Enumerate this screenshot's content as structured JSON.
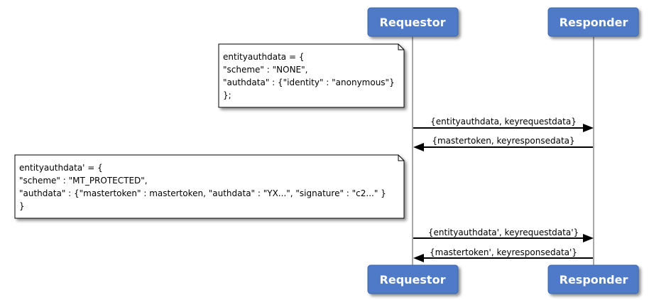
{
  "participants": {
    "left": {
      "name": "Requestor"
    },
    "right": {
      "name": "Responder"
    }
  },
  "notes": [
    {
      "lines": [
        "entityauthdata = {",
        "\"scheme\" : \"NONE\",",
        "\"authdata\" : {\"identity\" : \"anonymous\"}",
        "};"
      ]
    },
    {
      "lines": [
        "entityauthdata' = {",
        "\"scheme\" : \"MT_PROTECTED\",",
        "\"authdata\" : {\"mastertoken\" : mastertoken, \"authdata\" : \"YX...\", \"signature\" : \"c2...\" }",
        "}"
      ]
    }
  ],
  "messages": [
    {
      "label": "{entityauthdata, keyrequestdata}",
      "direction": "right"
    },
    {
      "label": "{mastertoken, keyresponsedata}",
      "direction": "left"
    },
    {
      "label": "{entityauthdata', keyrequestdata'}",
      "direction": "right"
    },
    {
      "label": "{mastertoken', keyresponsedata'}",
      "direction": "left"
    }
  ],
  "colors": {
    "participant_fill": "#4f7ac7",
    "participant_border": "#3e65a8",
    "lifeline": "#a8a8a8",
    "note_fill": "#ffffff",
    "note_border": "#000000",
    "shadow": "#9a9a9a"
  }
}
